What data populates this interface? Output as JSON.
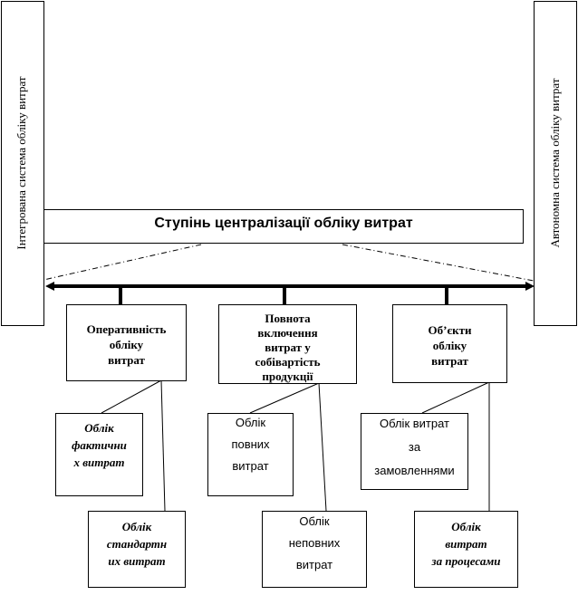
{
  "side_left": "Інтегрована система обліку витрат",
  "side_right": "Автономна система обліку витрат",
  "header": "Ступінь централізації  обліку витрат",
  "categories": [
    "Оперативність\nобліку\nвитрат",
    "Повнота\nвключення\nвитрат у\nсобівартість\nпродукції",
    "Об’єкти\nобліку\nвитрат"
  ],
  "leaves": {
    "actual": "Облік\nфактични\nх витрат",
    "standard": "Облік\nстандартн\nих витрат",
    "full": "Облік\n\nповних\n\nвитрат",
    "partial": "Облік\n\nнеповних\n\nвитрат",
    "orders": "Облік  витрат\n\nза\n\nзамовленнями",
    "processes": "Облік\nвитрат\nза процесами"
  }
}
